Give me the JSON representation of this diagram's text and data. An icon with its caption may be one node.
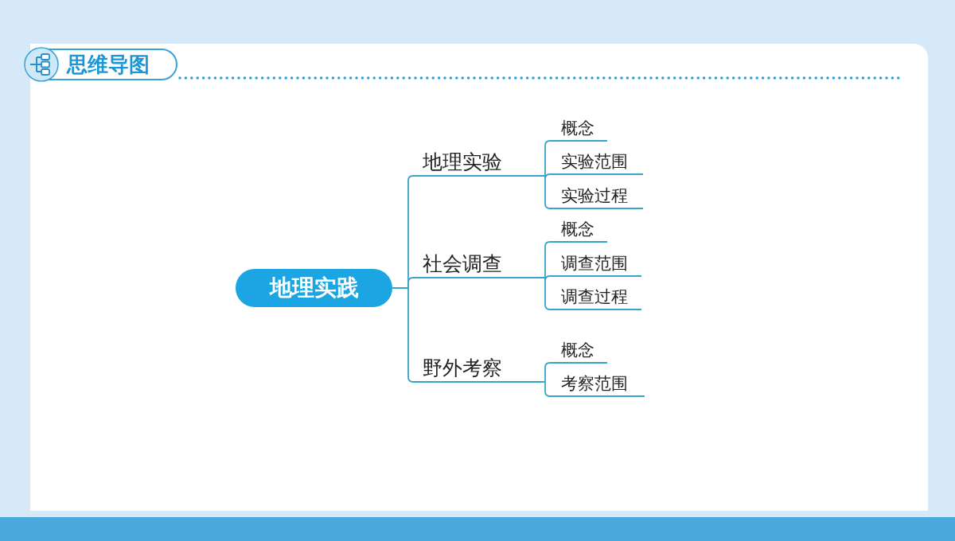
{
  "diagram": {
    "title": "思维导图",
    "nodes": [
      {
        "text": [
          "地理实践"
        ]
      },
      {
        "text": [
          "地理实验"
        ]
      },
      {
        "text": [
          "概念"
        ]
      },
      {
        "text": [
          "实验范围"
        ]
      },
      {
        "text": [
          "实验过程"
        ]
      },
      {
        "text": [
          "社会调查"
        ]
      },
      {
        "text": [
          "概念"
        ]
      },
      {
        "text": [
          "调查范围"
        ]
      },
      {
        "text": [
          "调查过程"
        ]
      },
      {
        "text": [
          "野外考察"
        ]
      },
      {
        "text": [
          "概念"
        ]
      },
      {
        "text": [
          "考察范围"
        ]
      }
    ],
    "edges": [
      {
        "from": 0,
        "to": 1,
        "arrow": "none"
      },
      {
        "from": 0,
        "to": 5,
        "arrow": "none"
      },
      {
        "from": 0,
        "to": 9,
        "arrow": "none"
      },
      {
        "from": 1,
        "to": 2,
        "arrow": "none"
      },
      {
        "from": 1,
        "to": 3,
        "arrow": "none"
      },
      {
        "from": 1,
        "to": 4,
        "arrow": "none"
      },
      {
        "from": 5,
        "to": 6,
        "arrow": "none"
      },
      {
        "from": 5,
        "to": 7,
        "arrow": "none"
      },
      {
        "from": 5,
        "to": 8,
        "arrow": "none"
      },
      {
        "from": 9,
        "to": 10,
        "arrow": "none"
      },
      {
        "from": 9,
        "to": 11,
        "arrow": "none"
      }
    ]
  }
}
